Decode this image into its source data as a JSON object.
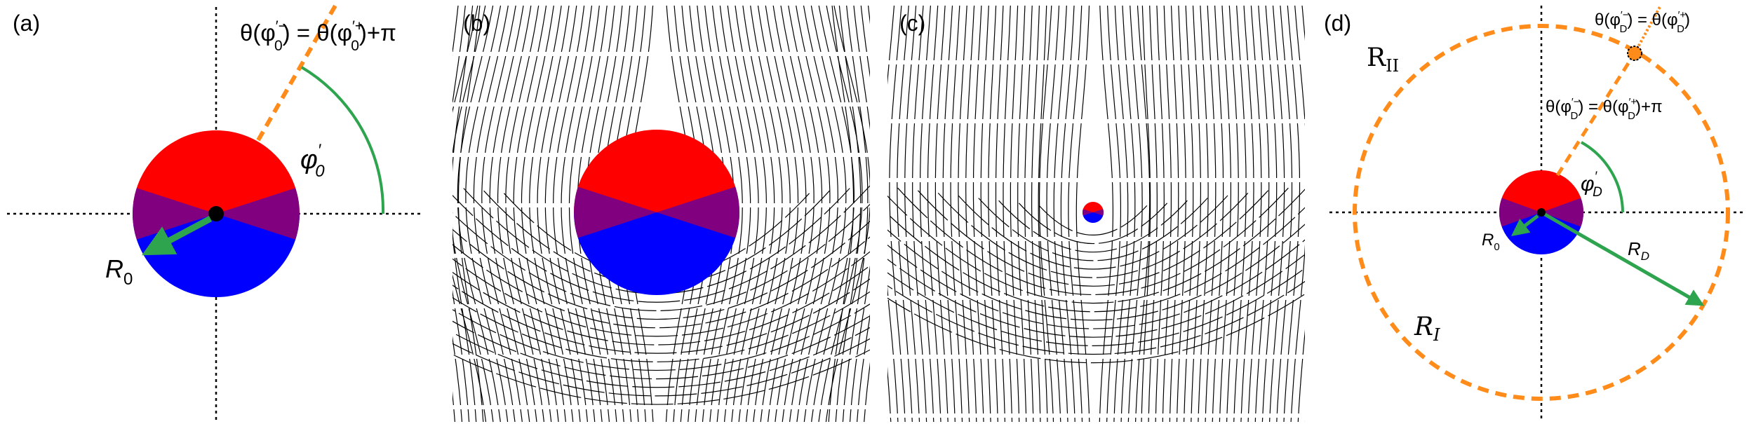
{
  "panels": {
    "a": {
      "tag": "(a)",
      "theta_prefix": "θ(φ",
      "theta_minus_sup": "′−",
      "theta_mid": ") = θ(φ",
      "theta_plus_sup": "′+",
      "theta_suffix": ")+π",
      "theta_sub": "0",
      "phi_symbol": "φ",
      "phi_sup": "′",
      "phi_sub": "0",
      "radius_symbol": "R",
      "radius_sub": "0"
    },
    "b": {
      "tag": "(b)"
    },
    "c": {
      "tag": "(c)"
    },
    "d": {
      "tag": "(d)",
      "region_outer": "R",
      "region_outer_sub": "II",
      "region_inner": "R",
      "region_inner_sub": "I",
      "top_prefix": "θ(φ",
      "top_minus_sup": "′−",
      "top_mid": ") = θ(φ",
      "top_plus_sup": "′+",
      "top_suffix": ")",
      "top_sub": "D",
      "mid_prefix": "θ(φ",
      "mid_minus_sup": "′−",
      "mid_mid": ") = θ(φ",
      "mid_plus_sup": "′+",
      "mid_suffix": ")+π",
      "mid_sub": "D",
      "phi_symbol": "φ",
      "phi_sup": "′",
      "phi_sub": "D",
      "r0_symbol": "R",
      "r0_sub": "0",
      "rd_symbol": "R",
      "rd_sub": "D"
    }
  },
  "colors": {
    "top_half": "#ff0000",
    "bottom_half": "#0000ff",
    "wedge": "#800080",
    "branch_cut": "#ff8c1a",
    "angle_arc": "#2ea44f",
    "axis": "#000000"
  }
}
